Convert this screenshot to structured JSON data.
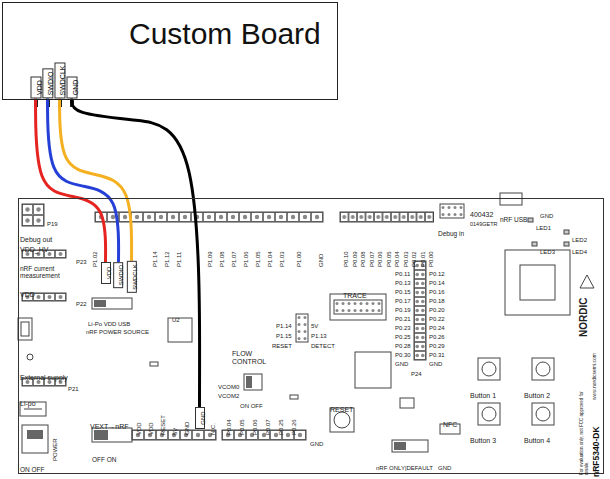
{
  "diagram": {
    "nodes": [
      {
        "text": [
          "Custom Board"
        ]
      },
      {
        "text": [
          "VDD"
        ],
        "in": 0
      },
      {
        "text": [
          "SWDIO"
        ],
        "in": 0
      },
      {
        "text": [
          "SWDCLK"
        ],
        "in": 0
      },
      {
        "text": [
          "GND"
        ],
        "in": 0
      },
      {
        "text": [
          "nRF5340-DK"
        ]
      },
      {
        "text": [
          "VDD"
        ],
        "in": 5
      },
      {
        "text": [
          "SWDIO"
        ],
        "in": 5
      },
      {
        "text": [
          "SWDCLK"
        ],
        "in": 5
      },
      {
        "text": [
          "GND"
        ],
        "in": 5
      }
    ],
    "edges": [
      {
        "from": 1,
        "to": 6,
        "arrow": "none"
      },
      {
        "from": 2,
        "to": 7,
        "arrow": "none"
      },
      {
        "from": 3,
        "to": 8,
        "arrow": "none"
      },
      {
        "from": 4,
        "to": 9,
        "arrow": "none"
      }
    ],
    "labels": [
      "P19",
      "Debug out",
      "VDD_HV",
      "P23",
      "nRF current measurement",
      "VDD",
      "P22",
      "Li-Po VDD USB",
      "nRF POWER SOURCE",
      "External supply",
      "P21",
      "Li-po",
      "POWER",
      "ON OFF",
      "VEXT→nRF",
      "OFF ON",
      "U2",
      "FLOW CONTROL",
      "VCOM0",
      "VCOM2",
      "ON OFF",
      "P1.14",
      "5V",
      "P1.15",
      "P1.13",
      "RESET",
      "DETECT",
      "TRACE",
      "RESET",
      "nRF ONLY|DEFAULT",
      "GND",
      "NFC",
      "Button 1",
      "Button 2",
      "Button 3",
      "Button 4",
      "400432",
      "0149GETR",
      "nRF USB",
      "Debug in",
      "GND",
      "LED1",
      "LED2",
      "LED3",
      "LED4",
      "NORDIC",
      "For evaluation only; not FCC approved for resale.",
      "www.nordicsemi.com",
      "P1.02",
      "P1.14",
      "P1.12",
      "P1.11",
      "P1.09",
      "P1.08",
      "P1.07",
      "P1.06",
      "P1.05",
      "P1.04",
      "P1.03",
      "P1.00",
      "GND",
      "P0.10",
      "P0.09",
      "P0.08",
      "P0.07",
      "P0.06",
      "P0.05",
      "P0.04",
      "P0.03",
      "P0.02",
      "P0.01",
      "P0.00",
      "P0.11",
      "P0.13",
      "P0.15",
      "P0.17",
      "P0.19",
      "P0.21",
      "P0.23",
      "P0.25",
      "P0.28",
      "P0.30",
      "GND",
      "P0.12",
      "P0.14",
      "P0.16",
      "P0.18",
      "P0.20",
      "P0.22",
      "P0.24",
      "P0.26",
      "P0.29",
      "P0.31",
      "GND",
      "P24",
      "VDD",
      "VDD",
      "RESET",
      "5V",
      "GND",
      "N.C.",
      "P0.04",
      "P0.05",
      "P0.06",
      "P0.07",
      "P0.25",
      "P0.26",
      "GND"
    ]
  }
}
